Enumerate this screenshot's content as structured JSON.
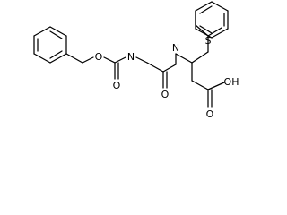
{
  "molecule": {
    "atoms": {
      "O_ester": "O",
      "N_carbamate": "N",
      "O_carbonyl_carbamate": "O",
      "O_carbonyl_amide": "O",
      "N_amide": "N",
      "S_thioether": "S",
      "OH_acid": "OH",
      "O_carbonyl_acid": "O"
    }
  }
}
